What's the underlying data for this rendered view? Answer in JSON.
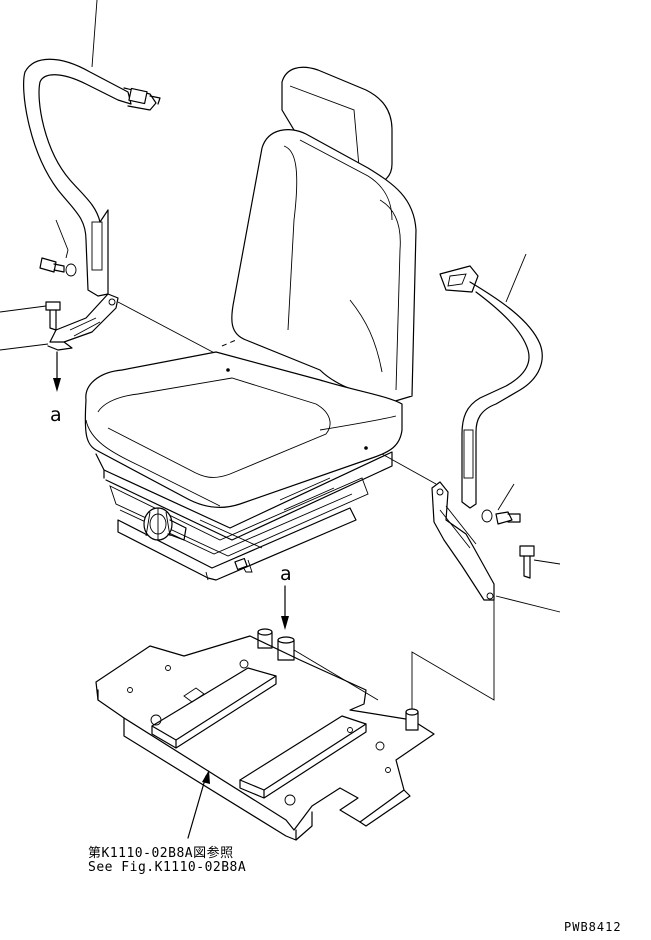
{
  "callouts": {
    "view_left": "a",
    "view_mid": "a"
  },
  "reference": {
    "japanese": "第K1110-02B8A図参照",
    "english": "See Fig.K1110-02B8A"
  },
  "drawing_number": "PWB8412",
  "icons": [
    "seat-belt-left",
    "seat-belt-right",
    "operator-seat",
    "seat-mount-plate",
    "bolt",
    "washer",
    "view-arrow"
  ]
}
